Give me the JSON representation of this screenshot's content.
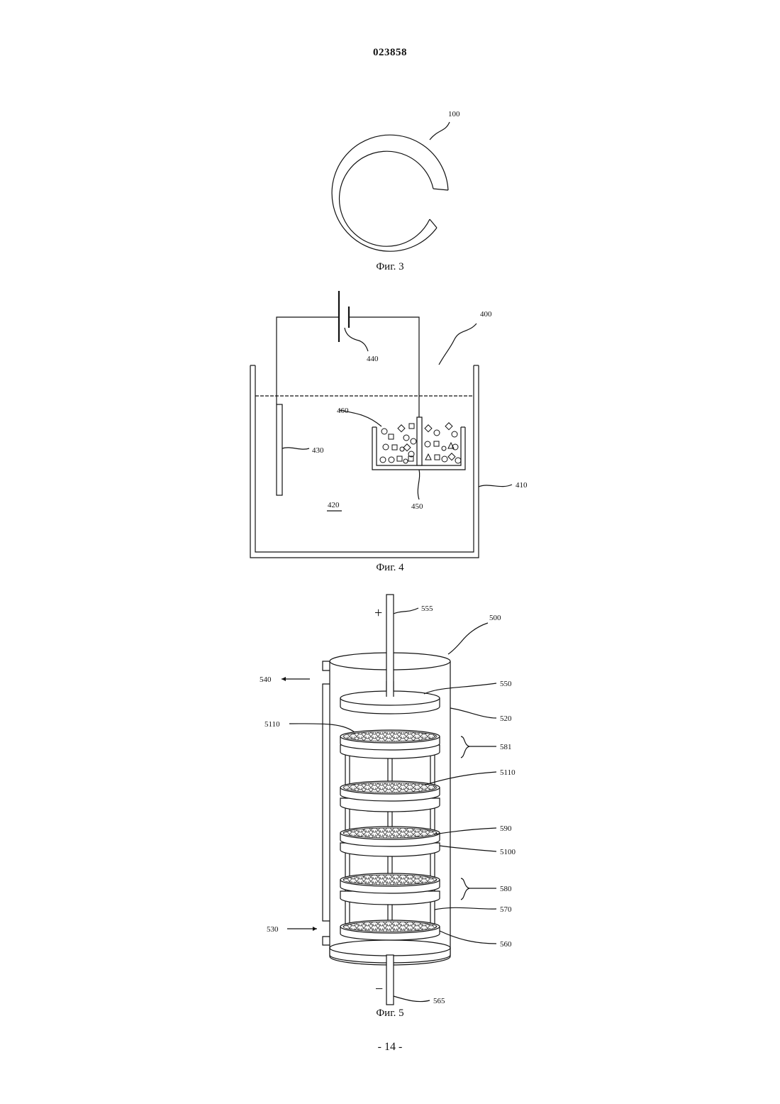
{
  "header": {
    "doc_number": "023858"
  },
  "figures": [
    {
      "id": "fig3",
      "caption": "Фиг. 3",
      "labels": {
        "ring": "100"
      }
    },
    {
      "id": "fig4",
      "caption": "Фиг. 4",
      "labels": {
        "apparatus": "400",
        "tank": "410",
        "electrolyte": "420",
        "electrode": "430",
        "power_source": "440",
        "basket": "450",
        "particles": "460"
      }
    },
    {
      "id": "fig5",
      "caption": "Фиг. 5",
      "labels": {
        "plus_sign": "+",
        "minus_sign": "−",
        "top_terminal": "555",
        "reactor": "500",
        "outlet": "540",
        "top_plate": "550",
        "housing": "520",
        "tray_group_top": "581",
        "tray_balls_left": "5110",
        "tray_balls_right": "5110",
        "mid_tray": "590",
        "tray_disc": "5100",
        "tray_group_bottom": "580",
        "rod": "570",
        "inlet": "530",
        "bottom_tray": "560",
        "bottom_terminal": "565"
      }
    }
  ],
  "footer": {
    "page_number": "- 14 -"
  }
}
